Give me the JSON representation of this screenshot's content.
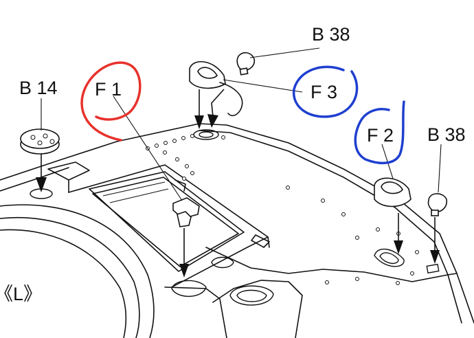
{
  "labels": {
    "b14": "B 14",
    "f1": "F 1",
    "b38_top": "B 38",
    "f3": "F 3",
    "f2": "F 2",
    "b38_right": "B 38",
    "view_left": "《L》"
  },
  "colors": {
    "red_mark": "#e8322c",
    "blue_mark": "#1f3fd0",
    "ink": "#111111"
  }
}
